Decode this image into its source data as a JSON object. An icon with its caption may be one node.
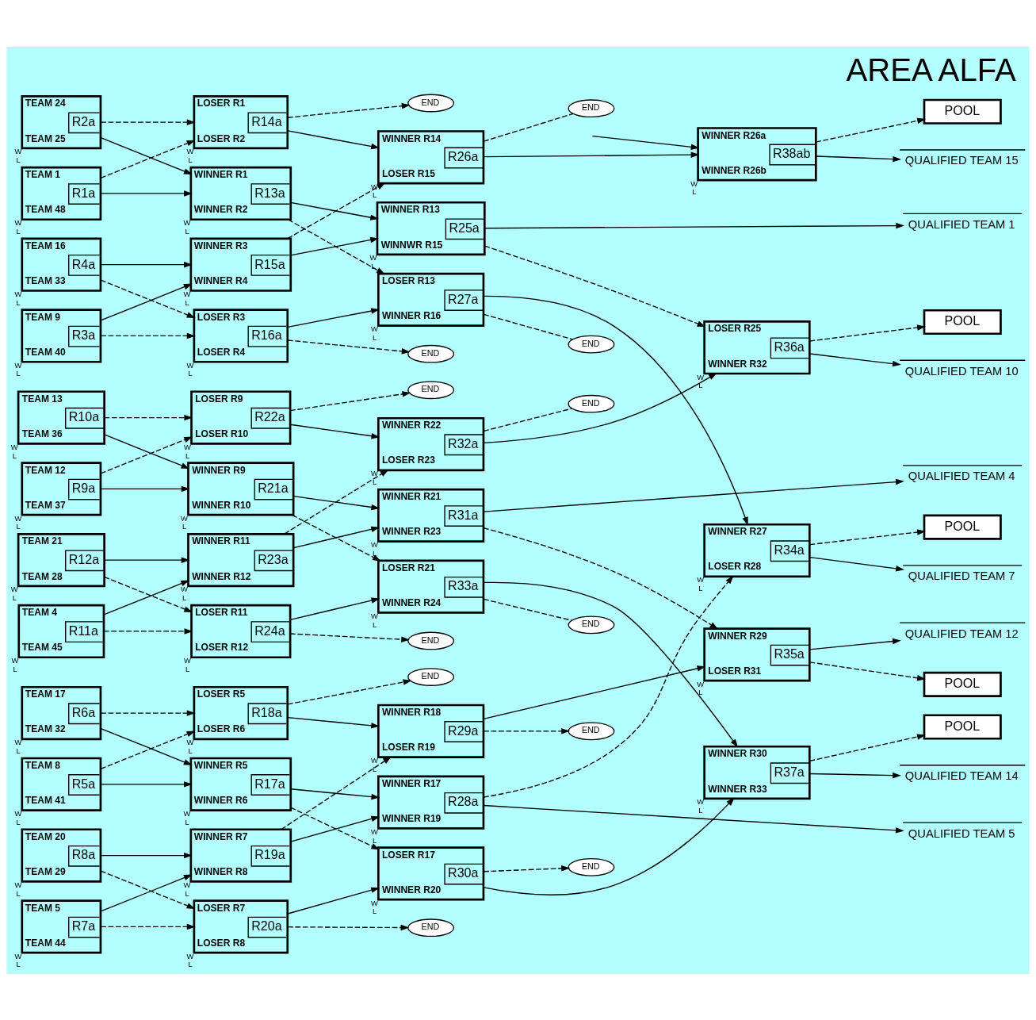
{
  "diagram": {
    "title": "AREA ALFA",
    "nodes": [
      {
        "text": [
          "TEAM 1",
          "R1a",
          "TEAM 48"
        ],
        "beside": [
          "W",
          "L"
        ]
      },
      {
        "text": [
          "TEAM 24",
          "R2a",
          "TEAM 25"
        ],
        "beside": [
          "W",
          "L"
        ]
      },
      {
        "text": [
          "TEAM 9",
          "R3a",
          "TEAM 40"
        ],
        "beside": [
          "W",
          "L"
        ]
      },
      {
        "text": [
          "TEAM 16",
          "R4a",
          "TEAM 33"
        ],
        "beside": [
          "W",
          "L"
        ]
      },
      {
        "text": [
          "TEAM 8",
          "R5a",
          "TEAM 41"
        ],
        "beside": [
          "W",
          "L"
        ]
      },
      {
        "text": [
          "TEAM 17",
          "R6a",
          "TEAM 32"
        ],
        "beside": [
          "W",
          "L"
        ]
      },
      {
        "text": [
          "TEAM 5",
          "R7a",
          "TEAM 44"
        ],
        "beside": [
          "W",
          "L"
        ]
      },
      {
        "text": [
          "TEAM 20",
          "R8a",
          "TEAM 29"
        ],
        "beside": [
          "W",
          "L"
        ]
      },
      {
        "text": [
          "TEAM 12",
          "R9a",
          "TEAM 37"
        ],
        "beside": [
          "W",
          "L"
        ]
      },
      {
        "text": [
          "TEAM 13",
          "R10a",
          "TEAM 36"
        ],
        "beside": [
          "W",
          "L"
        ]
      },
      {
        "text": [
          "TEAM 4",
          "R11a",
          "TEAM 45"
        ],
        "beside": [
          "W",
          "L"
        ]
      },
      {
        "text": [
          "TEAM 21",
          "R12a",
          "TEAM 28"
        ],
        "beside": [
          "W",
          "L"
        ]
      },
      {
        "text": [
          "WINNER R1",
          "R13a",
          "WINNER R2"
        ],
        "beside": [
          "W",
          "L"
        ]
      },
      {
        "text": [
          "LOSER R1",
          "R14a",
          "LOSER R2"
        ],
        "beside": [
          "W",
          "L"
        ]
      },
      {
        "text": [
          "WINNER R3",
          "R15a",
          "WINNER R4"
        ],
        "beside": [
          "W",
          "L"
        ]
      },
      {
        "text": [
          "LOSER R3",
          "R16a",
          "LOSER R4"
        ],
        "beside": [
          "W",
          "L"
        ]
      },
      {
        "text": [
          "WINNER R5",
          "R17a",
          "WINNER R6"
        ],
        "beside": [
          "W",
          "L"
        ]
      },
      {
        "text": [
          "LOSER R5",
          "R18a",
          "LOSER R6"
        ],
        "beside": [
          "W",
          "L"
        ]
      },
      {
        "text": [
          "WINNER R7",
          "R19a",
          "WINNER R8"
        ],
        "beside": [
          "W",
          "L"
        ]
      },
      {
        "text": [
          "LOSER R7",
          "R20a",
          "LOSER R8"
        ],
        "beside": [
          "W",
          "L"
        ]
      },
      {
        "text": [
          "WINNER R9",
          "R21a",
          "WINNER R10"
        ],
        "beside": [
          "W",
          "L"
        ]
      },
      {
        "text": [
          "LOSER R9",
          "R22a",
          "LOSER R10"
        ],
        "beside": [
          "W",
          "L"
        ]
      },
      {
        "text": [
          "WINNER R11",
          "R23a",
          "WINNER R12"
        ],
        "beside": [
          "W",
          "L"
        ]
      },
      {
        "text": [
          "LOSER R11",
          "R24a",
          "LOSER R12"
        ],
        "beside": [
          "W",
          "L"
        ]
      },
      {
        "text": [
          "END"
        ]
      },
      {
        "text": [
          "END"
        ]
      },
      {
        "text": [
          "END"
        ]
      },
      {
        "text": [
          "END"
        ]
      },
      {
        "text": [
          "END"
        ]
      },
      {
        "text": [
          "END"
        ]
      },
      {
        "text": [
          "WINNER R13",
          "R25a",
          "WINNWR R15"
        ],
        "beside": [
          "W",
          "L"
        ]
      },
      {
        "text": [
          "WINNER R14",
          "R26a",
          "LOSER R15"
        ],
        "beside": [
          "W",
          "L"
        ]
      },
      {
        "text": [
          "LOSER R13",
          "R27a",
          "WINNER R16"
        ],
        "beside": [
          "W",
          "L"
        ]
      },
      {
        "text": [
          "WINNER R17",
          "R28a",
          "WINNER R19"
        ],
        "beside": [
          "W",
          "L"
        ]
      },
      {
        "text": [
          "WINNER R18",
          "R29a",
          "LOSER R19"
        ],
        "beside": [
          "W",
          "L"
        ]
      },
      {
        "text": [
          "LOSER R17",
          "R30a",
          "WINNER R20"
        ],
        "beside": [
          "W",
          "L"
        ]
      },
      {
        "text": [
          "WINNER R21",
          "R31a",
          "WINNER R23"
        ],
        "beside": [
          "W",
          "L"
        ]
      },
      {
        "text": [
          "WINNER R22",
          "R32a",
          "LOSER R23"
        ],
        "beside": [
          "W",
          "L"
        ]
      },
      {
        "text": [
          "LOSER R21",
          "R33a",
          "WINNER R24"
        ],
        "beside": [
          "W",
          "L"
        ]
      },
      {
        "text": [
          "END"
        ]
      },
      {
        "text": [
          "END"
        ]
      },
      {
        "text": [
          "END"
        ]
      },
      {
        "text": [
          "END"
        ]
      },
      {
        "text": [
          "END"
        ]
      },
      {
        "text": [
          "END"
        ]
      },
      {
        "text": [
          "WINNER R27",
          "R34a",
          "LOSER R28"
        ],
        "beside": [
          "W",
          "L"
        ]
      },
      {
        "text": [
          "WINNER R29",
          "R35a",
          "LOSER R31"
        ],
        "beside": [
          "W",
          "L"
        ]
      },
      {
        "text": [
          "LOSER R25",
          "R36a",
          "WINNER R32"
        ],
        "beside": [
          "W",
          "L"
        ]
      },
      {
        "text": [
          "WINNER R30",
          "R37a",
          "WINNER R33"
        ],
        "beside": [
          "W",
          "L"
        ]
      },
      {
        "text": [
          "WINNER R26a",
          "R38ab",
          "WINNER R26b"
        ],
        "beside": [
          "W",
          "L"
        ]
      },
      {
        "text": [
          "POOL"
        ]
      },
      {
        "text": [
          "POOL"
        ]
      },
      {
        "text": [
          "POOL"
        ]
      },
      {
        "text": [
          "POOL"
        ]
      },
      {
        "text": [
          "POOL"
        ]
      },
      {
        "text": [
          "QUALIFIED TEAM 1"
        ]
      },
      {
        "text": [
          "QUALIFIED TEAM 7"
        ]
      },
      {
        "text": [
          "QUALIFIED TEAM 5"
        ]
      },
      {
        "text": [
          "QUALIFIED TEAM 12"
        ]
      },
      {
        "text": [
          "QUALIFIED TEAM 10"
        ]
      },
      {
        "text": [
          "QUALIFIED TEAM 4"
        ]
      },
      {
        "text": [
          "QUALIFIED TEAM 14"
        ]
      },
      {
        "text": [
          "QUALIFIED TEAM 15"
        ]
      }
    ],
    "edges": [
      {
        "from": 0,
        "to": 12,
        "arrow": "to"
      },
      {
        "from": 0,
        "to": 13,
        "arrow": "to",
        "style": "dashed"
      },
      {
        "from": 1,
        "to": 12,
        "arrow": "to"
      },
      {
        "from": 1,
        "to": 13,
        "arrow": "to",
        "style": "dashed"
      },
      {
        "from": 2,
        "to": 14,
        "arrow": "to"
      },
      {
        "from": 2,
        "to": 15,
        "arrow": "to",
        "style": "dashed"
      },
      {
        "from": 3,
        "to": 14,
        "arrow": "to"
      },
      {
        "from": 3,
        "to": 15,
        "arrow": "to",
        "style": "dashed"
      },
      {
        "from": 4,
        "to": 16,
        "arrow": "to"
      },
      {
        "from": 4,
        "to": 17,
        "arrow": "to",
        "style": "dashed"
      },
      {
        "from": 5,
        "to": 16,
        "arrow": "to"
      },
      {
        "from": 5,
        "to": 17,
        "arrow": "to",
        "style": "dashed"
      },
      {
        "from": 6,
        "to": 18,
        "arrow": "to"
      },
      {
        "from": 6,
        "to": 19,
        "arrow": "to",
        "style": "dashed"
      },
      {
        "from": 7,
        "to": 18,
        "arrow": "to"
      },
      {
        "from": 7,
        "to": 19,
        "arrow": "to",
        "style": "dashed"
      },
      {
        "from": 8,
        "to": 20,
        "arrow": "to"
      },
      {
        "from": 8,
        "to": 21,
        "arrow": "to",
        "style": "dashed"
      },
      {
        "from": 9,
        "to": 20,
        "arrow": "to"
      },
      {
        "from": 9,
        "to": 21,
        "arrow": "to",
        "style": "dashed"
      },
      {
        "from": 10,
        "to": 22,
        "arrow": "to"
      },
      {
        "from": 10,
        "to": 23,
        "arrow": "to",
        "style": "dashed"
      },
      {
        "from": 11,
        "to": 22,
        "arrow": "to"
      },
      {
        "from": 11,
        "to": 23,
        "arrow": "to",
        "style": "dashed"
      },
      {
        "from": 12,
        "to": 30,
        "arrow": "to"
      },
      {
        "from": 12,
        "to": 32,
        "arrow": "to",
        "style": "dashed"
      },
      {
        "from": 13,
        "to": 31,
        "arrow": "to"
      },
      {
        "from": 13,
        "to": 24,
        "arrow": "to",
        "style": "dashed"
      },
      {
        "from": 14,
        "to": 30,
        "arrow": "to"
      },
      {
        "from": 14,
        "to": 31,
        "arrow": "to",
        "style": "dashed"
      },
      {
        "from": 15,
        "to": 32,
        "arrow": "to"
      },
      {
        "from": 15,
        "to": 25,
        "arrow": "to",
        "style": "dashed"
      },
      {
        "from": 16,
        "to": 33,
        "arrow": "to"
      },
      {
        "from": 16,
        "to": 35,
        "arrow": "to",
        "style": "dashed"
      },
      {
        "from": 17,
        "to": 34,
        "arrow": "to"
      },
      {
        "from": 17,
        "to": 26,
        "arrow": "to",
        "style": "dashed"
      },
      {
        "from": 18,
        "to": 33,
        "arrow": "to"
      },
      {
        "from": 18,
        "to": 34,
        "arrow": "to",
        "style": "dashed"
      },
      {
        "from": 19,
        "to": 35,
        "arrow": "to"
      },
      {
        "from": 19,
        "to": 27,
        "arrow": "to",
        "style": "dashed"
      },
      {
        "from": 20,
        "to": 36,
        "arrow": "to"
      },
      {
        "from": 20,
        "to": 38,
        "arrow": "to",
        "style": "dashed"
      },
      {
        "from": 21,
        "to": 37,
        "arrow": "to"
      },
      {
        "from": 21,
        "to": 28,
        "arrow": "to",
        "style": "dashed"
      },
      {
        "from": 22,
        "to": 36,
        "arrow": "to"
      },
      {
        "from": 22,
        "to": 37,
        "arrow": "to",
        "style": "dashed"
      },
      {
        "from": 23,
        "to": 38,
        "arrow": "to"
      },
      {
        "from": 23,
        "to": 29,
        "arrow": "to",
        "style": "dashed"
      },
      {
        "from": 30,
        "to": 55,
        "arrow": "to"
      },
      {
        "from": 30,
        "to": 47,
        "arrow": "to",
        "style": "dashed"
      },
      {
        "from": 31,
        "to": 49,
        "arrow": "to"
      },
      {
        "from": 31,
        "to": 39,
        "arrow": "none",
        "style": "dashed"
      },
      {
        "from": 32,
        "to": 45,
        "arrow": "to"
      },
      {
        "from": 32,
        "to": 40,
        "arrow": "none",
        "style": "dashed"
      },
      {
        "from": 33,
        "to": 57,
        "arrow": "to"
      },
      {
        "from": 33,
        "to": 45,
        "arrow": "to",
        "style": "dashed"
      },
      {
        "from": 34,
        "to": 46,
        "arrow": "to"
      },
      {
        "from": 34,
        "to": 41,
        "arrow": "to",
        "style": "dashed"
      },
      {
        "from": 35,
        "to": 48,
        "arrow": "to"
      },
      {
        "from": 35,
        "to": 42,
        "arrow": "to",
        "style": "dashed"
      },
      {
        "from": 36,
        "to": 60,
        "arrow": "to"
      },
      {
        "from": 36,
        "to": 46,
        "arrow": "to",
        "style": "dashed"
      },
      {
        "from": 37,
        "to": 47,
        "arrow": "to"
      },
      {
        "from": 37,
        "to": 43,
        "arrow": "none",
        "style": "dashed"
      },
      {
        "from": 38,
        "to": 48,
        "arrow": "to"
      },
      {
        "from": 38,
        "to": 44,
        "arrow": "none",
        "style": "dashed"
      },
      {
        "from": null,
        "to": 49,
        "arrow": "to"
      },
      {
        "from": 45,
        "to": 56,
        "arrow": "to"
      },
      {
        "from": 45,
        "to": 50,
        "arrow": "to",
        "style": "dashed"
      },
      {
        "from": 46,
        "to": 58,
        "arrow": "to"
      },
      {
        "from": 46,
        "to": 51,
        "arrow": "to",
        "style": "dashed"
      },
      {
        "from": 47,
        "to": 59,
        "arrow": "to"
      },
      {
        "from": 47,
        "to": 52,
        "arrow": "to",
        "style": "dashed"
      },
      {
        "from": 48,
        "to": 61,
        "arrow": "to"
      },
      {
        "from": 48,
        "to": 53,
        "arrow": "to",
        "style": "dashed"
      },
      {
        "from": 49,
        "to": 62,
        "arrow": "to"
      },
      {
        "from": 49,
        "to": 54,
        "arrow": "to",
        "style": "dashed"
      }
    ]
  }
}
